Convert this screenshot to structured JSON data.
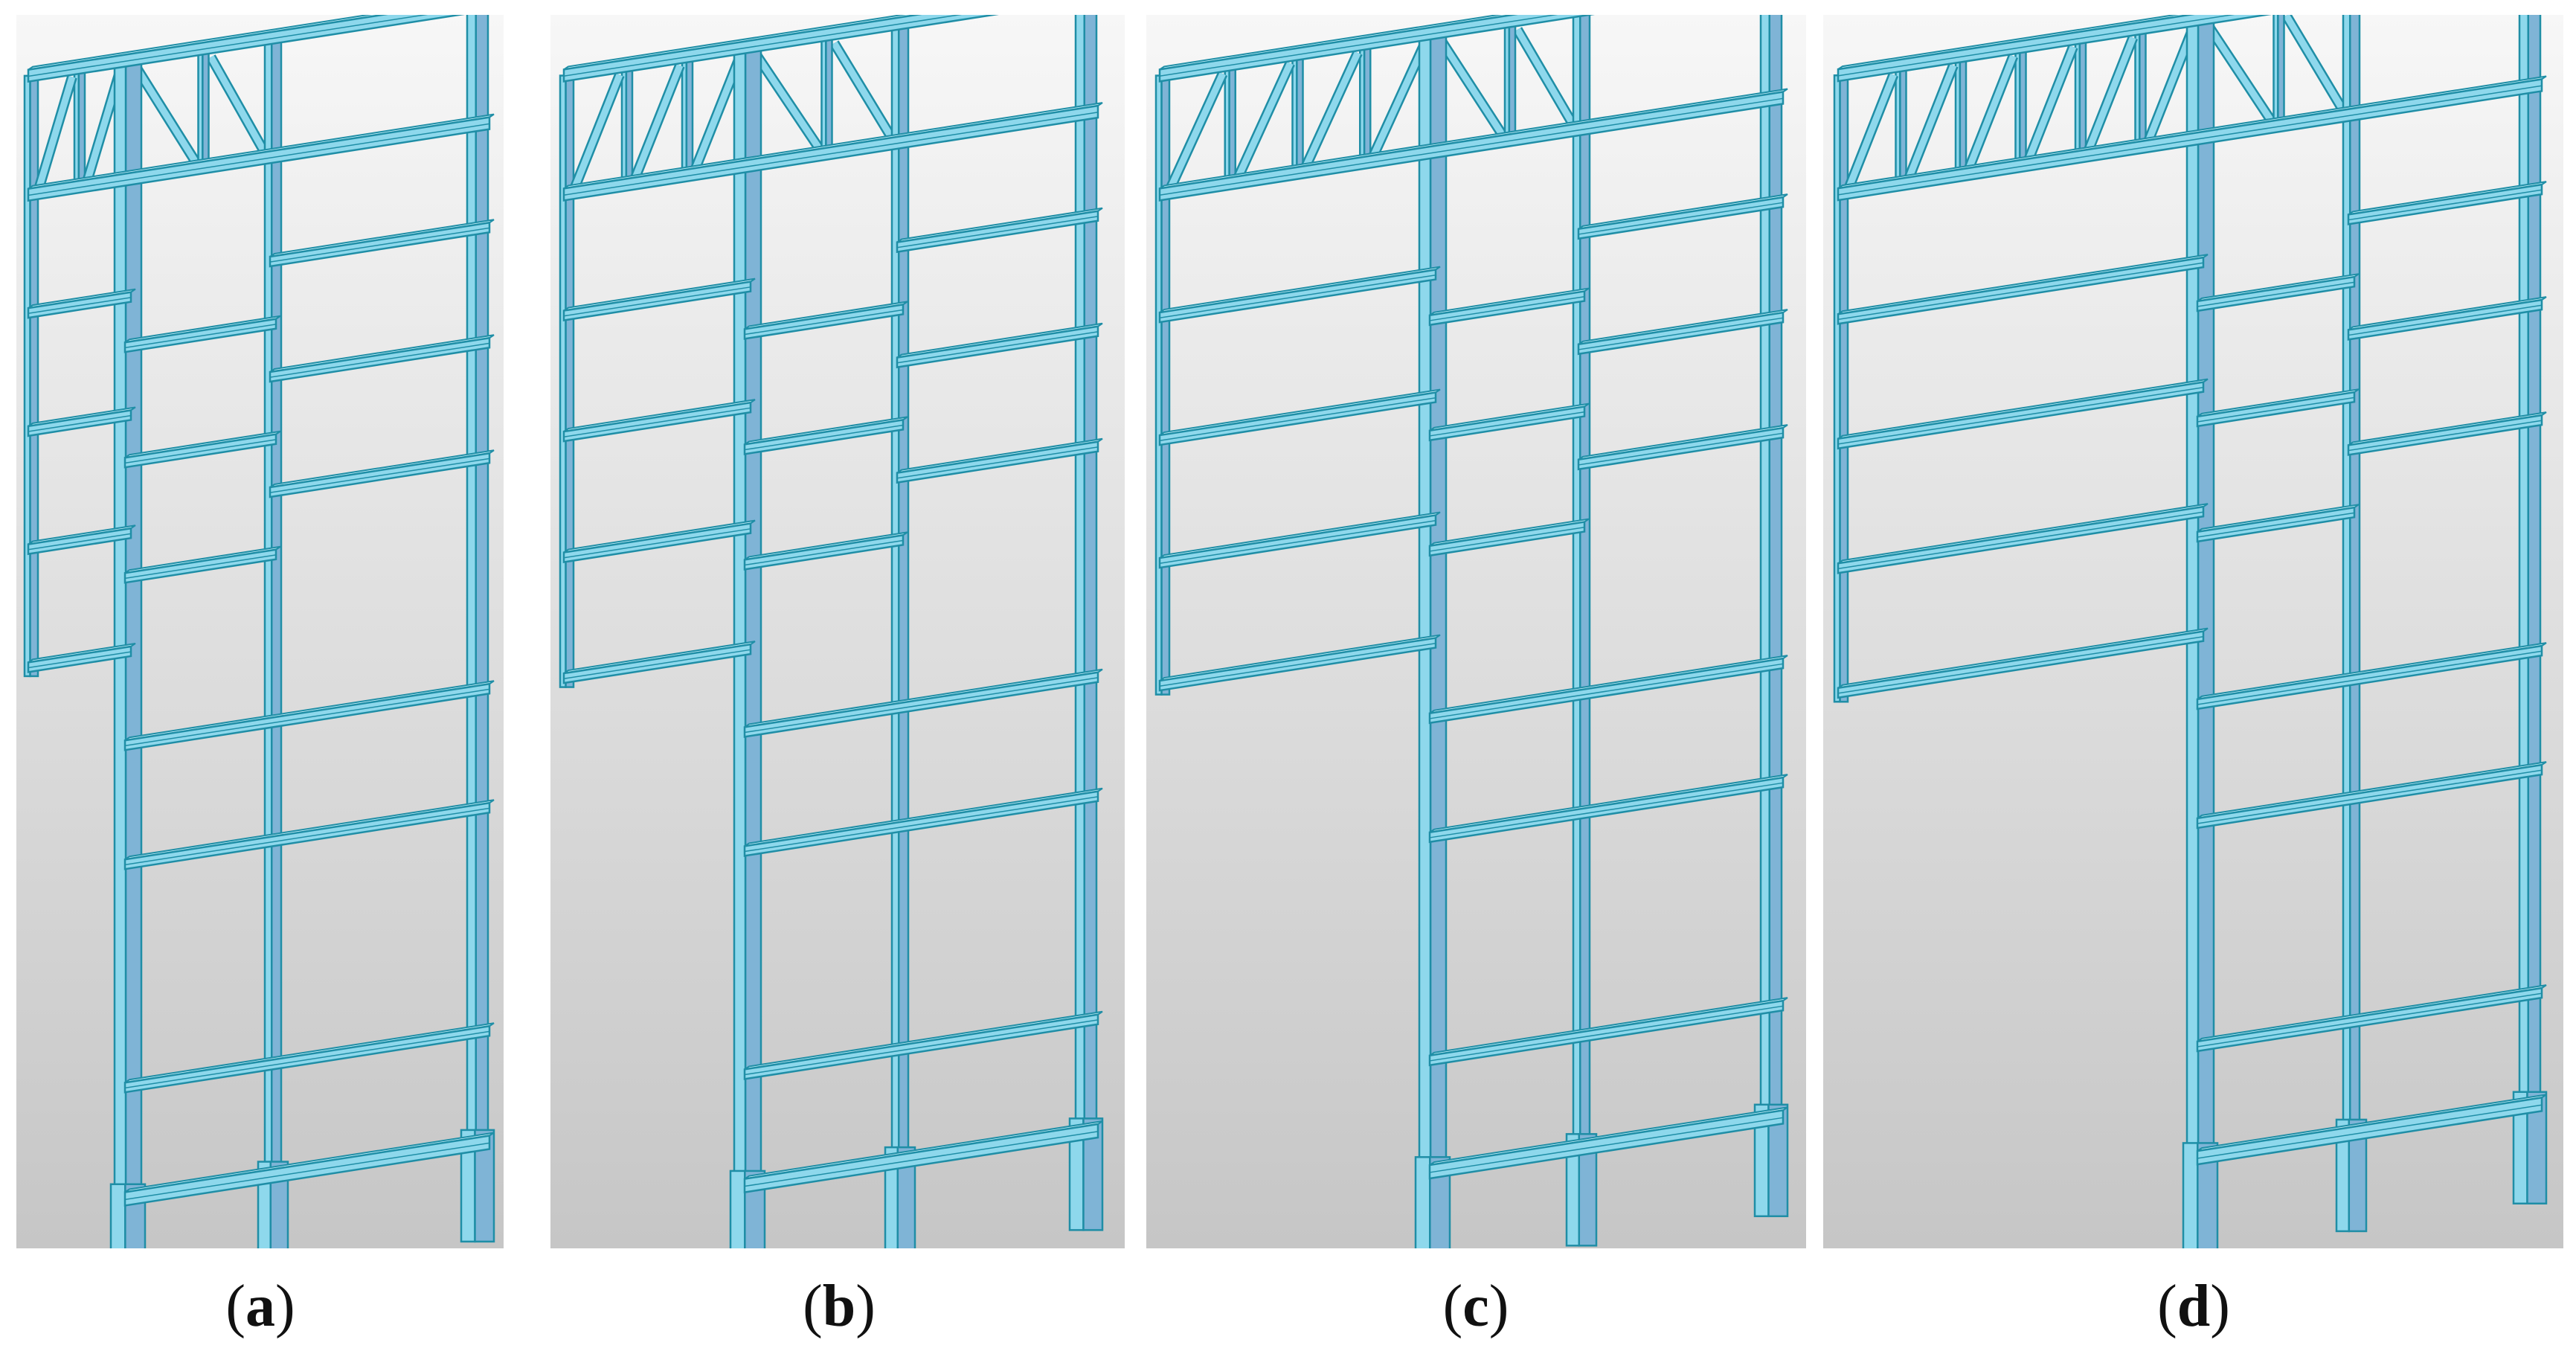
{
  "panels": [
    {
      "label": "a",
      "left_bays": 2
    },
    {
      "label": "b",
      "left_bays": 3
    },
    {
      "label": "c",
      "left_bays": 4
    },
    {
      "label": "d",
      "left_bays": 6
    }
  ],
  "colors": {
    "member_face": "#8ed8ec",
    "member_side": "#7fb4d6",
    "member_top": "#c4f0fa",
    "member_edge": "#1f8ea6",
    "background_top": "#f7f7f7",
    "background_bottom": "#c6c6c6"
  }
}
